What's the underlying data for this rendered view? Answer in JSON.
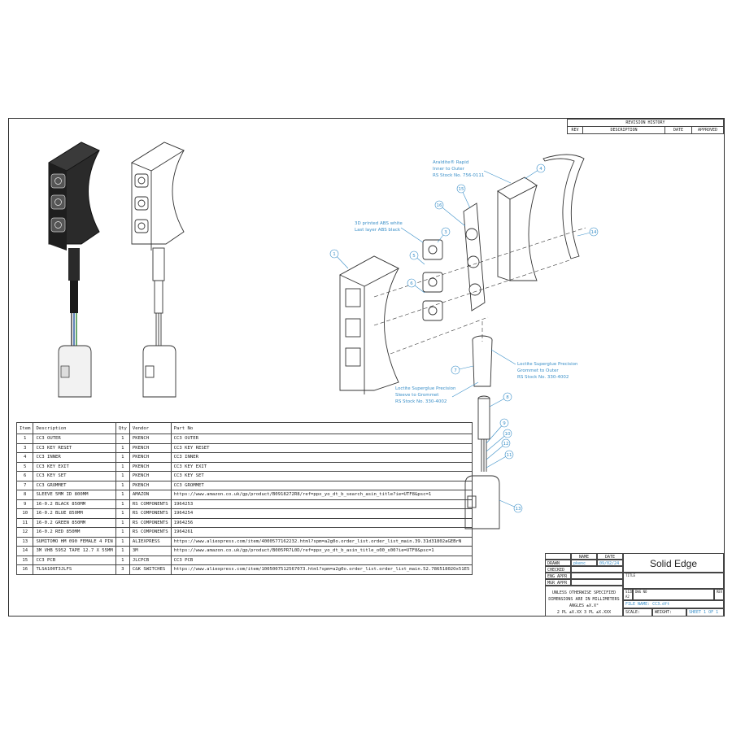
{
  "bom": {
    "headers": [
      "Item",
      "Description",
      "Qty",
      "Vendor",
      "Part No"
    ],
    "rows": [
      [
        "1",
        "CC3 OUTER",
        "1",
        "PKENCH",
        "CC3 OUTER"
      ],
      [
        "3",
        "CC3 KEY RESET",
        "1",
        "PKENCH",
        "CC3 KEY RESET"
      ],
      [
        "4",
        "CC3 INNER",
        "1",
        "PKENCH",
        "CC3 INNER"
      ],
      [
        "5",
        "CC3 KEY EXIT",
        "1",
        "PKENCH",
        "CC3 KEY EXIT"
      ],
      [
        "6",
        "CC3 KEY SET",
        "1",
        "PKENCH",
        "CC3 KEY SET"
      ],
      [
        "7",
        "CC3 GROMMET",
        "1",
        "PKENCH",
        "CC3 GROMMET"
      ],
      [
        "8",
        "SLEEVE 5MM ID 800MM",
        "1",
        "AMAZON",
        "https://www.amazon.co.uk/gp/product/B0918272R8/ref=ppx_yo_dt_b_search_asin_title?ie=UTF8&psc=1"
      ],
      [
        "9",
        "16-0.2 BLACK 850MM",
        "1",
        "RS COMPONENTS",
        "1964253"
      ],
      [
        "10",
        "16-0.2 BLUE 850MM",
        "1",
        "RS COMPONENTS",
        "1964254"
      ],
      [
        "11",
        "16-0.2 GREEN 850MM",
        "1",
        "RS COMPONENTS",
        "1964256"
      ],
      [
        "12",
        "16-0.2 RED 850MM",
        "1",
        "RS COMPONENTS",
        "1964261"
      ],
      [
        "13",
        "SUMITOMO HM 090 FEMALE 4 PIN",
        "1",
        "ALIEXPRESS",
        "https://www.aliexpress.com/item/4000577162232.html?spm=a2g0o.order_list.order_list_main.39.31d31802aGEBrN"
      ],
      [
        "14",
        "3M VHB 5952 TAPE 12.7 X 55MM",
        "1",
        "3M",
        "https://www.amazon.co.uk/gp/product/B005PR7L0D/ref=ppx_yo_dt_b_asin_title_o00_s00?ie=UTF8&psc=1"
      ],
      [
        "15",
        "CC3 PCB",
        "1",
        "JLCPCB",
        "CC3 PCB"
      ],
      [
        "16",
        "TLSA100T3JLFS",
        "3",
        "C&K SWITCHES",
        "https://www.aliexpress.com/item/1005007512567073.html?spm=a2g0o.order_list.order_list_main.52.78651802Ox51E5"
      ]
    ]
  },
  "revision": {
    "title": "REVISION HISTORY",
    "headers": [
      "REV",
      "DESCRIPTION",
      "DATE",
      "APPROVED"
    ]
  },
  "title_block": {
    "col_name": "NAME",
    "col_date": "DATE",
    "drawn_label": "DRAWN",
    "drawn_name": "pkenc",
    "drawn_date": "09/02/24",
    "checked_label": "CHECKED",
    "eng_label": "ENG APPR",
    "mgr_label": "MGR APPR",
    "company": "Solid Edge",
    "title_label": "TITLE",
    "size_label": "SIZE",
    "size_value": "A2",
    "dwg_label": "DWG NO",
    "rev_label": "REV",
    "tolerance_1": "UNLESS OTHERWISE SPECIFIED",
    "tolerance_2": "DIMENSIONS ARE IN MILLIMETERS",
    "tolerance_3": "ANGLES ±X.X°",
    "tolerance_4": "2 PL ±X.XX 3 PL ±X.XXX",
    "file_name": "FILE NAME: CC3.dft",
    "scale_label": "SCALE:",
    "weight_label": "WEIGHT:",
    "sheet": "SHEET 1 OF 1"
  },
  "callouts": {
    "araldite": [
      "Araldite® Rapid",
      "Inner to Outer",
      "RS Stock No. 756-0111"
    ],
    "abs": [
      "3D printed ABS white",
      "Last layer ABS black"
    ],
    "loctite_grommet": [
      "Loctite Superglue Precision",
      "Grommet to Outer",
      "RS Stock No. 330-4002"
    ],
    "loctite_sleeve": [
      "Loctite Superglue Precision",
      "Sleeve to Grommet",
      "RS Stock No. 330-4002"
    ]
  },
  "balloons": [
    "4",
    "14",
    "15",
    "16",
    "3",
    "1",
    "5",
    "6",
    "7",
    "8",
    "9",
    "10",
    "12",
    "11",
    "13"
  ],
  "colors": {
    "accent": "#3a8fc8",
    "line": "#333333",
    "dark_part": "#2a2a2a"
  }
}
